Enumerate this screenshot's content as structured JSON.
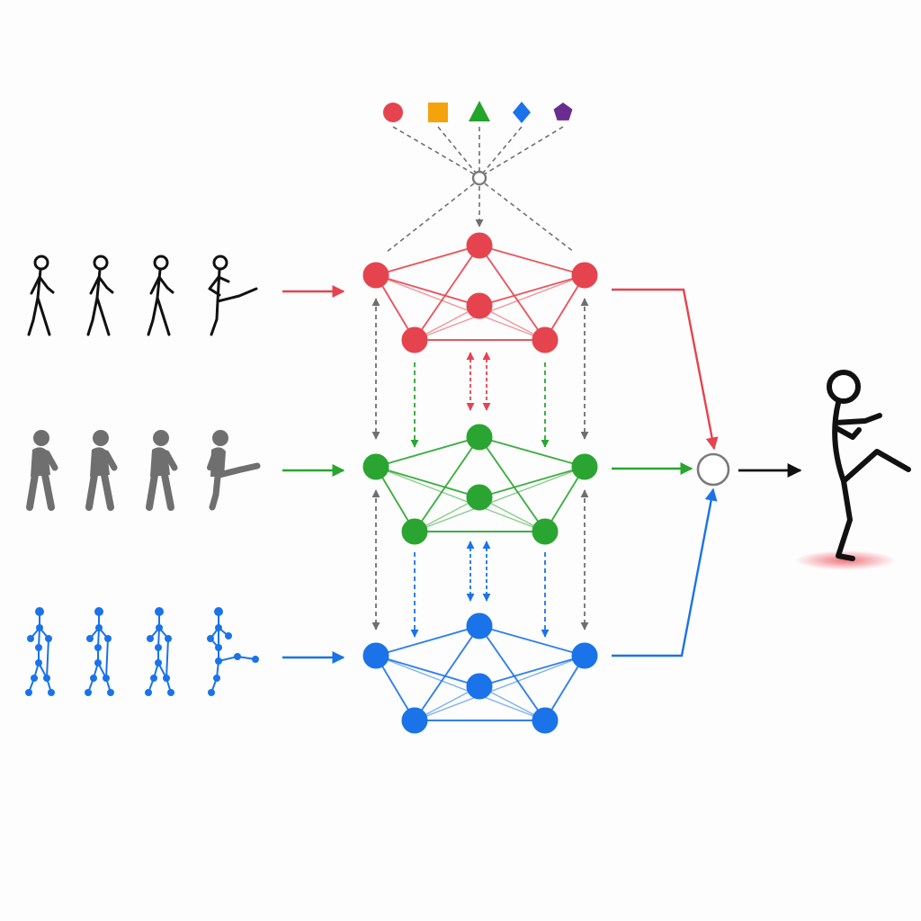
{
  "colors": {
    "background": "#fdfdfd",
    "red": "#e5444f",
    "green": "#2aa531",
    "blue": "#1a73e8",
    "gray": "#6f6f6f",
    "black": "#111111",
    "fusion_node": "#7a7a7a",
    "legend_circle": "#e5444f",
    "legend_square": "#f5a30a",
    "legend_triangle": "#23a42b",
    "legend_diamond": "#1a73e8",
    "legend_pentagon": "#6a2c91",
    "ground_glow": "#ef5a66"
  },
  "legend_shapes": [
    {
      "shape": "circle-icon",
      "color": "legend_circle"
    },
    {
      "shape": "square-icon",
      "color": "legend_square"
    },
    {
      "shape": "triangle-icon",
      "color": "legend_triangle"
    },
    {
      "shape": "diamond-icon",
      "color": "legend_diamond"
    },
    {
      "shape": "pentagon-icon",
      "color": "legend_pentagon"
    }
  ],
  "streams": [
    {
      "name": "stick-figure-stream",
      "modality": "stick-figure",
      "color": "red",
      "frames": [
        "walk",
        "walk",
        "walk",
        "kick"
      ]
    },
    {
      "name": "silhouette-stream",
      "modality": "silhouette",
      "color": "green",
      "frames": [
        "walk",
        "walk",
        "walk",
        "kick"
      ]
    },
    {
      "name": "skeleton-joints-stream",
      "modality": "skeleton",
      "color": "blue",
      "frames": [
        "walk",
        "walk",
        "walk",
        "kick"
      ]
    }
  ],
  "output_action": "kick"
}
